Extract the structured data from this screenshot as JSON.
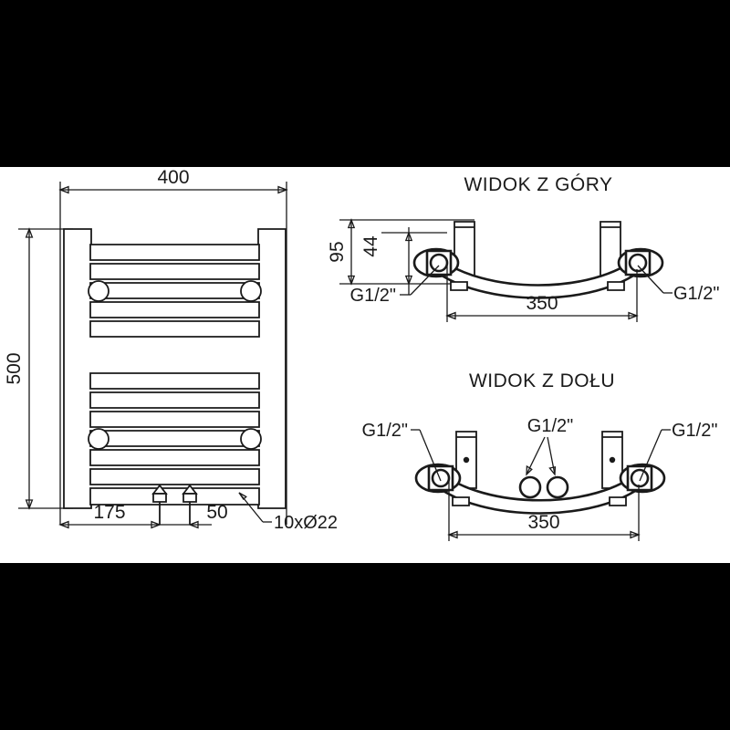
{
  "drawing": {
    "type": "technical-drawing",
    "subject": "heated towel rail radiator",
    "background_bars": {
      "color": "#000000",
      "top_height": 183,
      "bottom_height": 183
    },
    "line_color": "#1a1a1a",
    "paper_color": "#ffffff"
  },
  "front_view": {
    "name": "front-view",
    "dimensions": {
      "width": {
        "value": "400",
        "unit": "mm",
        "position": "top"
      },
      "height": {
        "value": "500",
        "unit": "mm",
        "position": "left"
      },
      "offset_left": {
        "value": "175",
        "unit": "mm",
        "position": "bottom"
      },
      "spacing_center": {
        "value": "50",
        "unit": "mm",
        "position": "bottom"
      }
    },
    "callout": {
      "label": "10xØ22",
      "meaning": "ten tubes of 22 mm diameter"
    },
    "rail_count": 10,
    "bracket_count": 4,
    "valve_count": 2
  },
  "top_view": {
    "name": "top-view",
    "title": "WIDOK Z GÓRY",
    "dimensions": {
      "depth_total": {
        "value": "95",
        "unit": "mm"
      },
      "depth_inner": {
        "value": "44",
        "unit": "mm"
      },
      "width_centers": {
        "value": "350",
        "unit": "mm"
      }
    },
    "connections": [
      {
        "label": "G1/2\"",
        "side": "left"
      },
      {
        "label": "G1/2\"",
        "side": "right"
      }
    ]
  },
  "bottom_view": {
    "name": "bottom-view",
    "title": "WIDOK Z DOŁU",
    "dimensions": {
      "width_centers": {
        "value": "350",
        "unit": "mm"
      }
    },
    "connections": [
      {
        "label": "G1/2\"",
        "side": "left"
      },
      {
        "label": "G1/2\"",
        "side": "center"
      },
      {
        "label": "G1/2\"",
        "side": "right"
      }
    ]
  }
}
